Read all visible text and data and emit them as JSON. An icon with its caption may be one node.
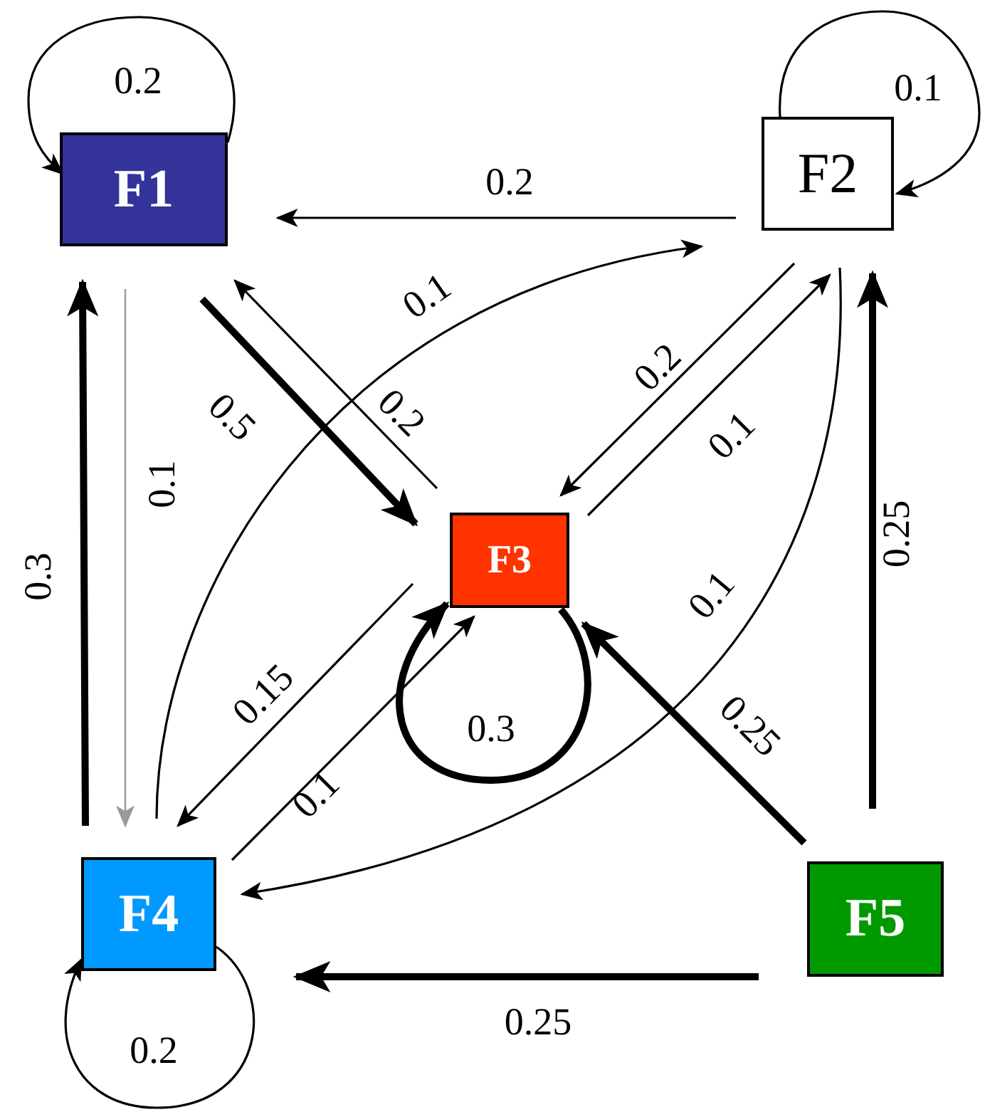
{
  "diagram": {
    "nodes": [
      {
        "text": [
          "F1"
        ]
      },
      {
        "text": [
          "F2"
        ]
      },
      {
        "text": [
          "F3"
        ]
      },
      {
        "text": [
          "F4"
        ]
      },
      {
        "text": [
          "F5"
        ]
      }
    ],
    "edges": [
      {
        "from": 0,
        "to": 0,
        "arrow": "to",
        "label": "0.2"
      },
      {
        "from": 1,
        "to": 1,
        "arrow": "to",
        "label": "0.1"
      },
      {
        "from": 1,
        "to": 0,
        "arrow": "to",
        "label": "0.2"
      },
      {
        "from": 0,
        "to": 2,
        "arrow": "to",
        "label": "0.5",
        "style": "thick"
      },
      {
        "from": 2,
        "to": 0,
        "arrow": "to",
        "label": "0.2"
      },
      {
        "from": 3,
        "to": 1,
        "arrow": "to",
        "label": "0.1"
      },
      {
        "from": 1,
        "to": 2,
        "arrow": "to",
        "label": "0.2"
      },
      {
        "from": 2,
        "to": 1,
        "arrow": "to",
        "label": "0.1"
      },
      {
        "from": 1,
        "to": 3,
        "arrow": "to",
        "label": "0.1"
      },
      {
        "from": 4,
        "to": 1,
        "arrow": "to",
        "label": "0.25",
        "style": "thick"
      },
      {
        "from": 3,
        "to": 0,
        "arrow": "to",
        "label": "0.3",
        "style": "thick"
      },
      {
        "from": 0,
        "to": 3,
        "arrow": "to",
        "label": "0.1",
        "color": "#999999"
      },
      {
        "from": 2,
        "to": 3,
        "arrow": "to",
        "label": "0.15"
      },
      {
        "from": 3,
        "to": 2,
        "arrow": "to",
        "label": "0.1"
      },
      {
        "from": 2,
        "to": 2,
        "arrow": "to",
        "label": "0.3",
        "style": "thick"
      },
      {
        "from": 4,
        "to": 2,
        "arrow": "to",
        "label": "0.25",
        "style": "thick"
      },
      {
        "from": 4,
        "to": 3,
        "arrow": "to",
        "label": "0.25",
        "style": "thick"
      },
      {
        "from": 3,
        "to": 3,
        "arrow": "to",
        "label": "0.2"
      }
    ]
  }
}
